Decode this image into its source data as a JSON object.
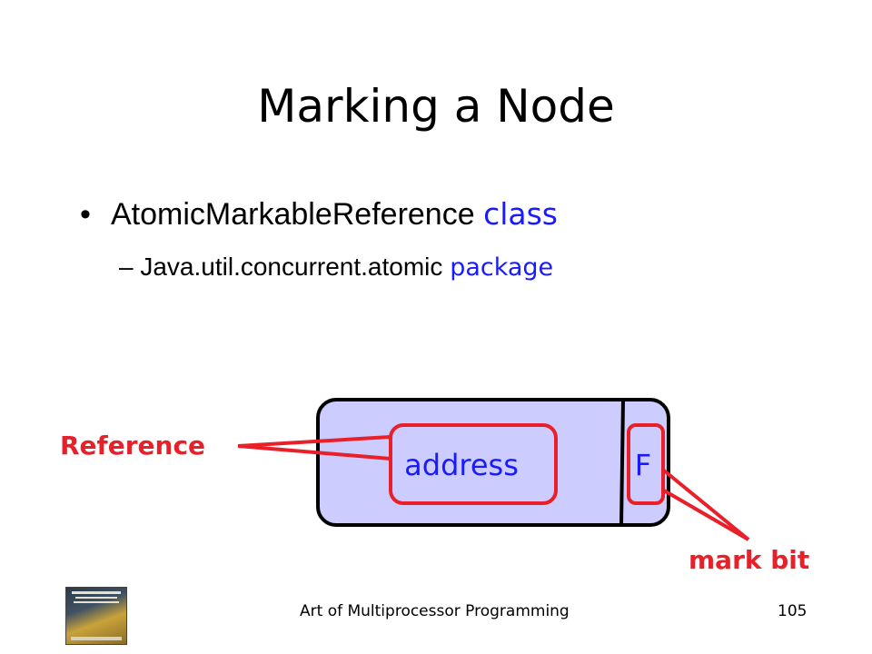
{
  "slide": {
    "title": "Marking a Node",
    "bullet": {
      "main": "AtomicMarkableReference",
      "blue": "class"
    },
    "sub_bullet": {
      "dash": "–",
      "main": "Java.util.concurrent.atomic",
      "blue": "package"
    },
    "diagram": {
      "address_label": "address",
      "flag_label": "F",
      "reference_label": "Reference",
      "mark_bit_label": "mark bit"
    },
    "footer": {
      "text": "Art of Multiprocessor Programming",
      "page": "105"
    }
  },
  "colors": {
    "accent_blue": "#1a1aff",
    "accent_red": "#e8202a",
    "box_fill": "#ccccff"
  }
}
